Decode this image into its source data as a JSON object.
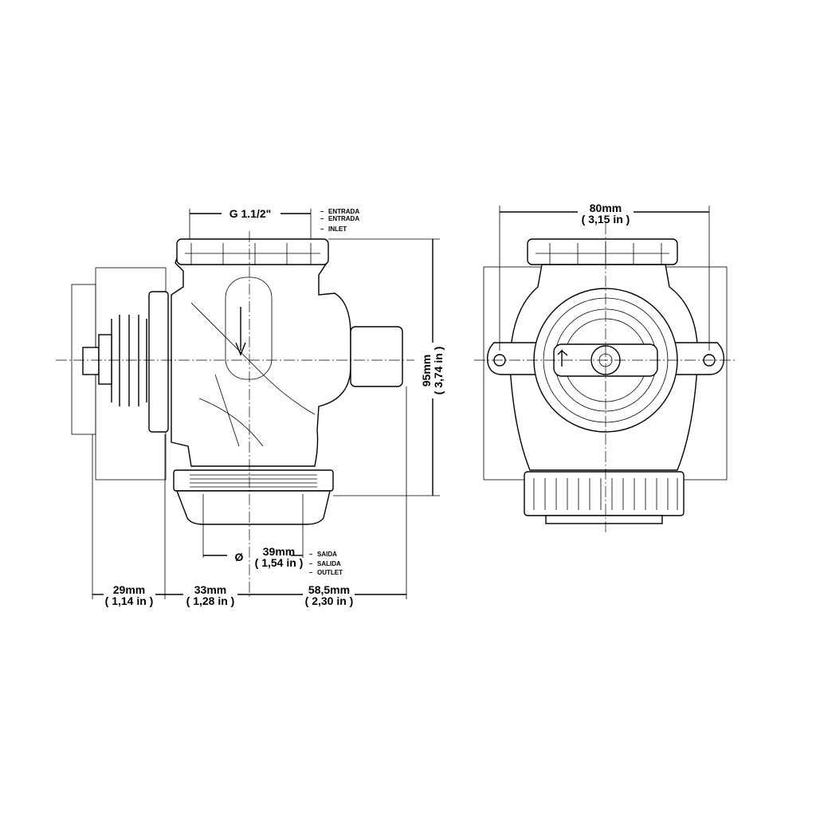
{
  "side_view": {
    "inlet_thread": "G 1.1/2\"",
    "inlet_labels": [
      "ENTRADA",
      "ENTRADA",
      "INLET"
    ],
    "outlet_symbol": "Ø",
    "outlet_diameter_mm": "39mm",
    "outlet_diameter_in": "( 1,54 in )",
    "outlet_labels": [
      "SAIDA",
      "SALIDA",
      "OUTLET"
    ],
    "height_mm": "95mm",
    "height_in": "( 3,74 in )",
    "width_dims": [
      {
        "mm": "29mm",
        "in": "( 1,14 in )"
      },
      {
        "mm": "33mm",
        "in": "( 1,28 in )"
      },
      {
        "mm": "58,5mm",
        "in": "( 2,30 in )"
      }
    ]
  },
  "front_view": {
    "width_mm": "80mm",
    "width_in": "( 3,15 in )"
  }
}
